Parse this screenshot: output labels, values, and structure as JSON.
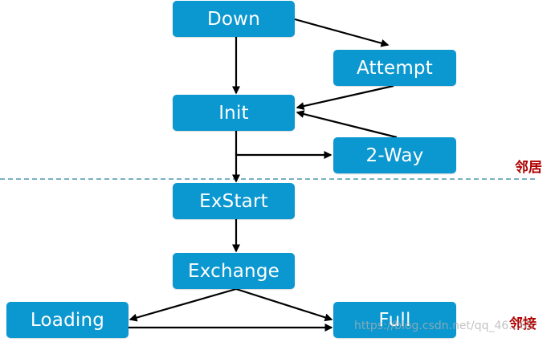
{
  "states": {
    "down": "Down",
    "attempt": "Attempt",
    "init": "Init",
    "two_way": "2-Way",
    "exstart": "ExStart",
    "exchange": "Exchange",
    "loading": "Loading",
    "full": "Full"
  },
  "zones": {
    "neighbor": "邻居",
    "adjacency": "邻接"
  },
  "watermark": "https://blog.csdn.net/qq_46...65",
  "colors": {
    "state_fill": "#0b97cf",
    "state_text": "#ffffff",
    "arrow": "#000000",
    "zone_divider": "#2b7fa0",
    "zone_label": "#b00000"
  }
}
